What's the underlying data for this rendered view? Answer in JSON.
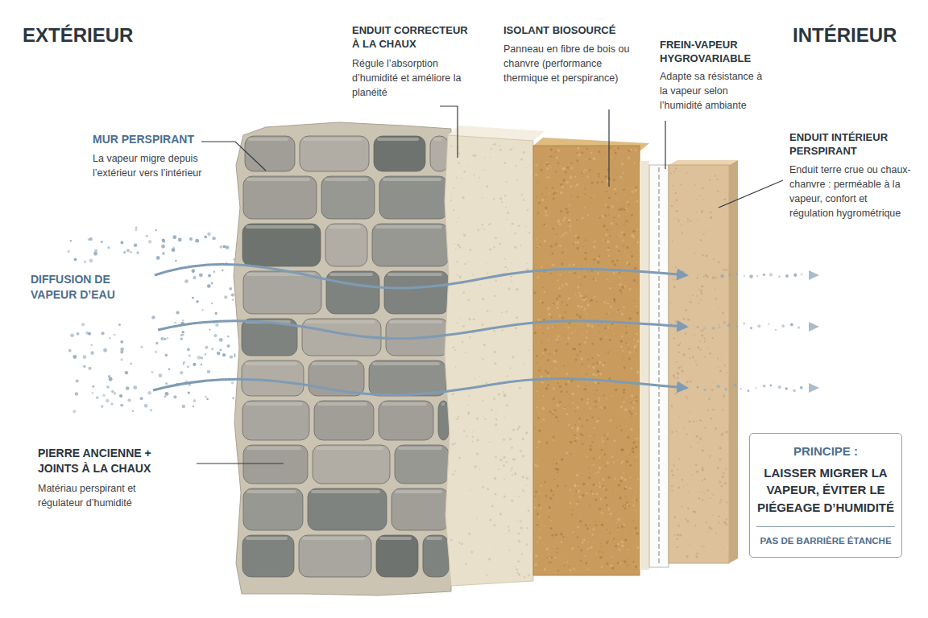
{
  "diagram": {
    "nodes": [
      {
        "text": [
          "PRINCIPE :",
          "LAISSER MIGRER LA VAPEUR, ÉVITER LE PIÉGEAGE D’HUMIDITÉ",
          "PAS DE BARRIÈRE ÉTANCHE"
        ]
      }
    ],
    "labels": [
      "EXTÉRIEUR",
      "INTÉRIEUR",
      "MUR PERSPIRANT",
      "La vapeur migre depuis l’extérieur vers l’intérieur",
      "DIFFUSION DE VAPEUR D’EAU",
      "PIERRE ANCIENNE + JOINTS À LA CHAUX",
      "Matériau perspirant et régulateur d’humidité",
      "ENDUIT CORRECTEUR À LA CHAUX",
      "Régule l’absorption d’humidité et améliore la planéité",
      "ISOLANT BIOSOURCÉ",
      "Panneau en fibre de bois ou chanvre (performance thermique et perspirance)",
      "FREIN-VAPEUR HYGROVARIABLE",
      "Adapte sa résistance à la vapeur selon l’humidité ambiante",
      "ENDUIT INTÉRIEUR PERSPIRANT",
      "Enduit terre crue ou chaux-chanvre : perméable à la vapeur, confort et régulation hygrométrique"
    ]
  }
}
